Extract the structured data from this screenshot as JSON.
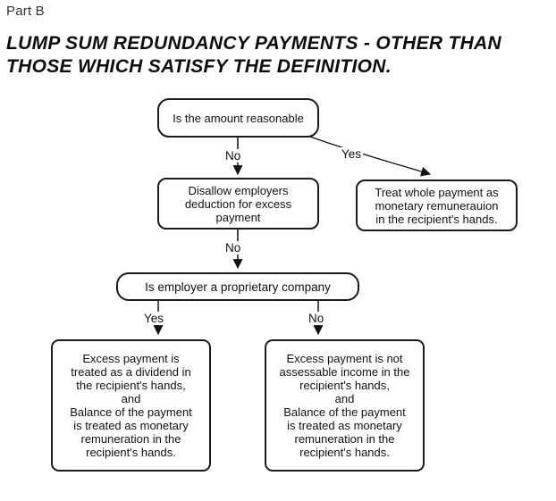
{
  "page": {
    "part_label": "Part B",
    "title_lines": [
      "LUMP SUM REDUNDANCY PAYMENTS - OTHER THAN",
      "THOSE WHICH SATISFY THE DEFINITION."
    ]
  },
  "colors": {
    "background": "#ffffff",
    "node_border": "#1a1a1a",
    "node_fill": "#ffffff",
    "shadow_dither": "#999999",
    "text": "#111111"
  },
  "flowchart": {
    "nodes": {
      "q1": {
        "text": "Is the amount reasonable"
      },
      "disallow": {
        "lines": [
          "Disallow employers",
          "deduction for excess",
          "payment"
        ]
      },
      "treat": {
        "lines": [
          "Treat whole payment as",
          "monetary remunerauion",
          "in the recipient's hands."
        ]
      },
      "q2": {
        "text": "Is employer a proprietary company"
      },
      "dividend": {
        "lines": [
          "Excess payment is",
          "treated as a dividend in",
          "the recipient's hands,",
          "and",
          "Balance of the payment",
          "is treated as monetary",
          "remuneration in the",
          "recipient's hands."
        ]
      },
      "notassess": {
        "lines": [
          "Excess payment is not",
          "assessable income in the",
          "recipient's hands,",
          "and",
          "Balance of the payment",
          "is treated as monetary",
          "remuneration in the",
          "recipient's hands."
        ]
      }
    },
    "edge_labels": {
      "no1": "No",
      "yes1": "Yes",
      "no2": "No",
      "yes2": "Yes",
      "no3": "No"
    }
  }
}
